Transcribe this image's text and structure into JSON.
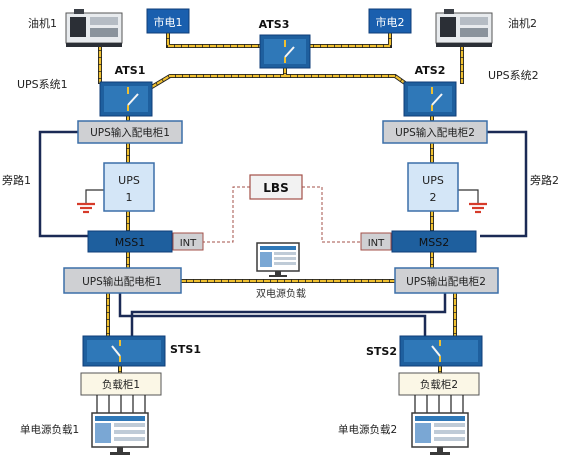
{
  "labels": {
    "diesel_1": "油机1",
    "diesel_2": "油机2",
    "city_power_1": "市电1",
    "city_power_2": "市电2",
    "ats_1": "ATS1",
    "ats_2": "ATS2",
    "ats_3": "ATS3",
    "ups_system_1": "UPS系统1",
    "ups_system_2": "UPS系统2",
    "ups_input_cabinet_1": "UPS输入配电柜1",
    "ups_input_cabinet_2": "UPS输入配电柜2",
    "bypass_1": "旁路1",
    "bypass_2": "旁路2",
    "ups_1_line1": "UPS",
    "ups_1_line2": "1",
    "ups_2_line1": "UPS",
    "ups_2_line2": "2",
    "lbs": "LBS",
    "mss_1": "MSS1",
    "mss_2": "MSS2",
    "int_1": "INT",
    "int_2": "INT",
    "dual_power_load": "双电源负载",
    "ups_output_cabinet_1": "UPS输出配电柜1",
    "ups_output_cabinet_2": "UPS输出配电柜2",
    "sts_1": "STS1",
    "sts_2": "STS2",
    "load_cabinet_1": "负载柜1",
    "load_cabinet_2": "负载柜2",
    "single_power_load_1": "单电源负载1",
    "single_power_load_2": "单电源负载2"
  },
  "icons": {
    "generator": "generator-icon",
    "switch": "switch-icon",
    "ground": "ground-icon",
    "server": "server-icon"
  },
  "colors": {
    "switch_blue": "#1e5f9e",
    "switch_blue_light": "#2f78b8",
    "ups_fill": "#d4e6f7",
    "ups_border": "#3b6fa8",
    "cabinet_fill": "#cfd0d3",
    "cabinet_border": "#3b6fa8",
    "city_fill": "#1a5fae",
    "cable_yellow": "#f0c030",
    "cable_dark": "#222222",
    "line_navy": "#1b2a55",
    "ground_red": "#d63b2a",
    "lbs_fill": "#f2f2f2",
    "lbs_border": "#a35048",
    "load_fill": "#fbf7e6"
  }
}
